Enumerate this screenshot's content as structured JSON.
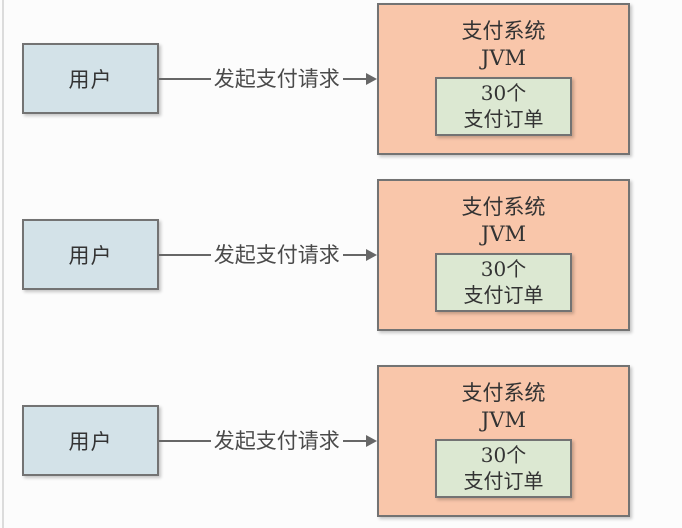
{
  "page": {
    "background_color": "#fcfcfc",
    "left_edge_line_color": "#dcdcdc"
  },
  "diagram": {
    "colors": {
      "user_box_fill": "#d3e2e8",
      "system_box_fill": "#f9c6aa",
      "orders_box_fill": "#dce8d2",
      "box_border": "#737373",
      "arrow": "#676767",
      "text": "#333333"
    },
    "rows": [
      {
        "user_label": "用户",
        "arrow_label": "发起支付请求",
        "system_line1": "支付系统",
        "system_line2": "JVM",
        "orders_line1": "30个",
        "orders_line2": "支付订单"
      },
      {
        "user_label": "用户",
        "arrow_label": "发起支付请求",
        "system_line1": "支付系统",
        "system_line2": "JVM",
        "orders_line1": "30个",
        "orders_line2": "支付订单"
      },
      {
        "user_label": "用户",
        "arrow_label": "发起支付请求",
        "system_line1": "支付系统",
        "system_line2": "JVM",
        "orders_line1": "30个",
        "orders_line2": "支付订单"
      }
    ]
  }
}
